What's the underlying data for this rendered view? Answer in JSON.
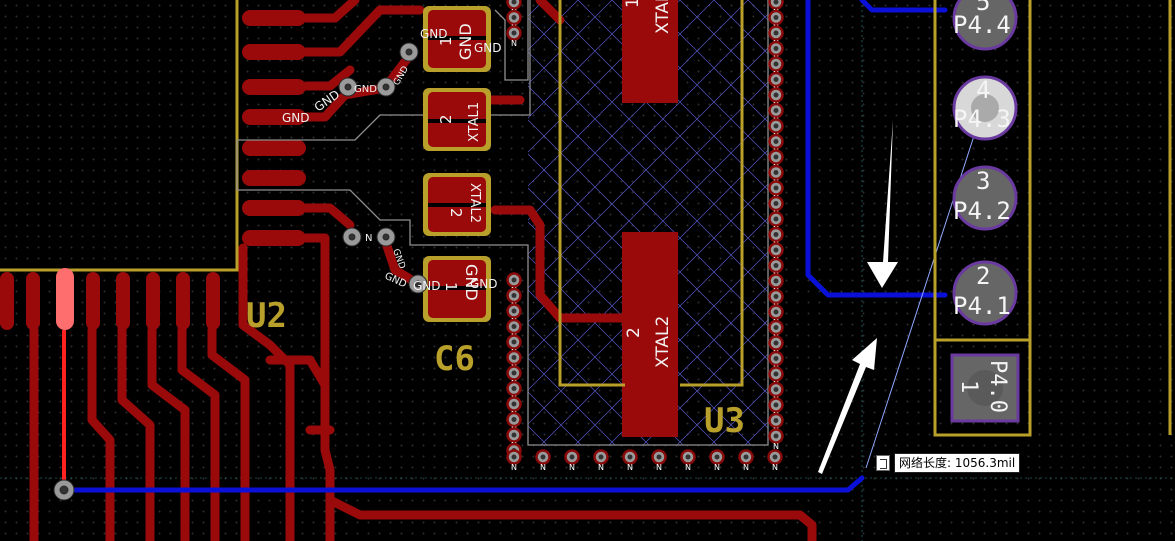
{
  "colors": {
    "top_copper": "#9a0a0a",
    "bottom_copper": "#0a10d8",
    "selected_track": "#ff2222",
    "silkscreen": "#b8a02a",
    "board_outline": "#8f8f8f",
    "ratsnest": "#8fa8ff",
    "via": "#9a9a9a"
  },
  "components": {
    "u2": "U2",
    "u3": "U3",
    "c6": "C6"
  },
  "pads": {
    "gnd": "GND",
    "xtal1": "XTAL1",
    "xtal2": "XTAL2",
    "one": "1",
    "two": "2",
    "n": "N"
  },
  "header": {
    "pins": [
      {
        "number": "5",
        "net": "P4.4"
      },
      {
        "number": "4",
        "net": "P4.3"
      },
      {
        "number": "3",
        "net": "P4.2"
      },
      {
        "number": "2",
        "net": "P4.1"
      },
      {
        "number": "1",
        "net": "P4.0"
      }
    ]
  },
  "tooltip": {
    "icon": "net-length-icon",
    "text": "网络长度: 1056.3mil"
  }
}
